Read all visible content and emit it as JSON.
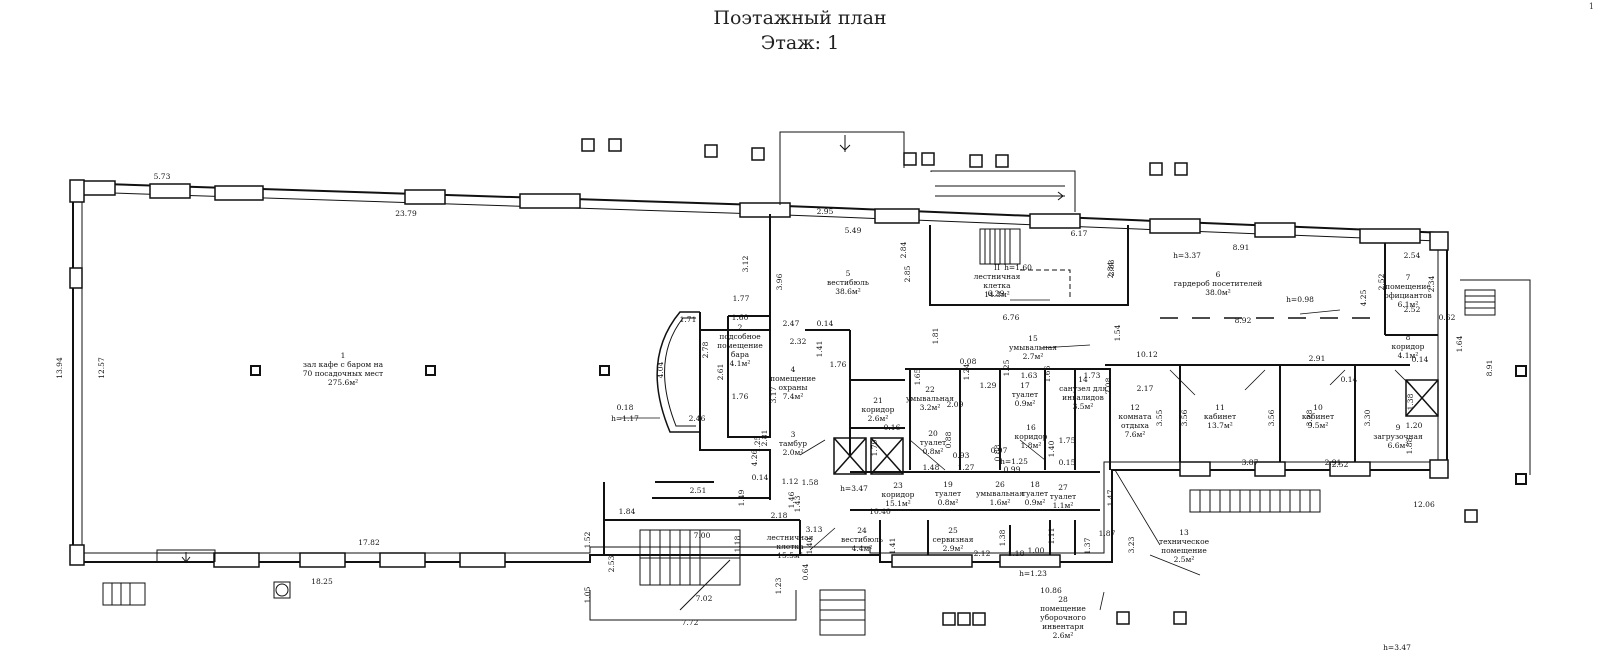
{
  "title": {
    "line1": "Поэтажный план",
    "line2": "Этаж: 1"
  },
  "corner_mark": "1",
  "rooms": [
    {
      "id": "r1",
      "number": "1",
      "name": [
        "зал кафе с баром на",
        "70 посадочных мест"
      ],
      "area": "275.6м²"
    },
    {
      "id": "r2",
      "number": "2",
      "name": [
        "подсобное",
        "помещение",
        "бара"
      ],
      "area": "4.1м²"
    },
    {
      "id": "r3",
      "number": "3",
      "name": [
        "тамбур"
      ],
      "area": "2.0м²"
    },
    {
      "id": "r4",
      "number": "4",
      "name": [
        "помещение",
        "охраны"
      ],
      "area": "7.4м²"
    },
    {
      "id": "r5",
      "number": "5",
      "name": [
        "вестибюль"
      ],
      "area": "38.6м²"
    },
    {
      "id": "r6",
      "number": "6",
      "name": [
        "гардероб посетителей"
      ],
      "area": "38.0м²"
    },
    {
      "id": "r7",
      "number": "7",
      "name": [
        "помещение",
        "официантов"
      ],
      "area": "6.1м²"
    },
    {
      "id": "r8",
      "number": "8",
      "name": [
        "коридор"
      ],
      "area": "4.1м²"
    },
    {
      "id": "r9",
      "number": "9",
      "name": [
        "загрузочная"
      ],
      "area": "6.6м²"
    },
    {
      "id": "r10",
      "number": "10",
      "name": [
        "кабинет"
      ],
      "area": "9.5м²"
    },
    {
      "id": "r11",
      "number": "11",
      "name": [
        "кабинет"
      ],
      "area": "13.7м²"
    },
    {
      "id": "r12",
      "number": "12",
      "name": [
        "комната",
        "отдыха"
      ],
      "area": "7.6м²"
    },
    {
      "id": "r13",
      "number": "13",
      "name": [
        "техническое",
        "помещение"
      ],
      "area": "2.5м²"
    },
    {
      "id": "r14",
      "number": "14",
      "name": [
        "санузел для",
        "инвалидов"
      ],
      "area": "3.5м²"
    },
    {
      "id": "r15",
      "number": "15",
      "name": [
        "умывальная"
      ],
      "area": "2.7м²"
    },
    {
      "id": "r16",
      "number": "16",
      "name": [
        "коридор"
      ],
      "area": "1.8м²"
    },
    {
      "id": "r17",
      "number": "17",
      "name": [
        "туалет"
      ],
      "area": "0.9м²"
    },
    {
      "id": "r18",
      "number": "18",
      "name": [
        "туалет"
      ],
      "area": "0.9м²"
    },
    {
      "id": "r19",
      "number": "19",
      "name": [
        "туалет"
      ],
      "area": "0.8м²"
    },
    {
      "id": "r20",
      "number": "20",
      "name": [
        "туалет"
      ],
      "area": "0.8м²"
    },
    {
      "id": "r21",
      "number": "21",
      "name": [
        "коридор"
      ],
      "area": "2.6м²"
    },
    {
      "id": "r22",
      "number": "22",
      "name": [
        "умывальная"
      ],
      "area": "3.2м²"
    },
    {
      "id": "r23",
      "number": "23",
      "name": [
        "коридор"
      ],
      "area": "15.1м²"
    },
    {
      "id": "r24",
      "number": "24",
      "name": [
        "вестибюль"
      ],
      "area": "4.4м²"
    },
    {
      "id": "r25",
      "number": "25",
      "name": [
        "сервизная"
      ],
      "area": "2.9м²"
    },
    {
      "id": "r26",
      "number": "26",
      "name": [
        "умывальная"
      ],
      "area": "1.6м²"
    },
    {
      "id": "r27",
      "number": "27",
      "name": [
        "туалет"
      ],
      "area": "1.1м²"
    },
    {
      "id": "r28",
      "number": "28",
      "name": [
        "помещение",
        "уборочного",
        "инвентаря"
      ],
      "area": "2.6м²"
    },
    {
      "id": "rII",
      "number": "II",
      "name": [
        "лестничная",
        "клетка"
      ],
      "area": "14.3м²"
    },
    {
      "id": "rLK",
      "number": "",
      "name": [
        "лестничная",
        "клетка"
      ],
      "area": "15.5м²"
    }
  ],
  "dimensions": [
    "5.73",
    "23.79",
    "13.94",
    "12.57",
    "17.82",
    "18.25",
    "2.95",
    "5.49",
    "3.12",
    "3.96",
    "1.77",
    "1.60",
    "2.78",
    "2.61",
    "1.76",
    "1.71",
    "4.04",
    "0.18",
    "h=1.17",
    "2.46",
    "2.47",
    "0.14",
    "2.32",
    "1.41",
    "3.17",
    "1.76",
    "2.84",
    "2.85",
    "6.17",
    "6.29",
    "h=1.60",
    "2.84",
    "2.83",
    "h=3.37",
    "8.91",
    "2.54",
    "2.52",
    "2.34",
    "4.25",
    "h=0.98",
    "8.92",
    "6.76",
    "1.81",
    "1.54",
    "2.52",
    "1.64",
    "1.20",
    "0.62",
    "8.91",
    "10.12",
    "2.17",
    "0.08",
    "1.24",
    "1.65",
    "1.29",
    "1.25",
    "1.63",
    "1.66",
    "1.73",
    "2.08",
    "2.09",
    "2.91",
    "0.14",
    "0.14",
    "1.38",
    "3.30",
    "3.28",
    "3.56",
    "3.56",
    "3.55",
    "1.88",
    "0.16",
    "0.88",
    "0.93",
    "0.97",
    "0.99",
    "0.88",
    "1.40",
    "1.79",
    "1.25",
    "2.81",
    "4.26",
    "0.14",
    "1.12",
    "1.58",
    "h=3.47",
    "1.46",
    "1.43",
    "1.48",
    "1.27",
    "h=1.25",
    "1.75",
    "0.15",
    "3.87",
    "2.91",
    "2.52",
    "12.06",
    "1.47",
    "2.51",
    "1.49",
    "1.84",
    "2.18",
    "10.40",
    "3.13",
    "1.40",
    "1.41",
    "1.38",
    "1.18",
    "2.12",
    "1.00",
    "1.11",
    "1.37",
    "1.87",
    "3.23",
    "h=1.23",
    "1.52",
    "2.53",
    "7.00",
    "1.18",
    "7.02",
    "1.05",
    "7.72",
    "1.23",
    "0.64",
    "10.86",
    "h=3.47"
  ]
}
